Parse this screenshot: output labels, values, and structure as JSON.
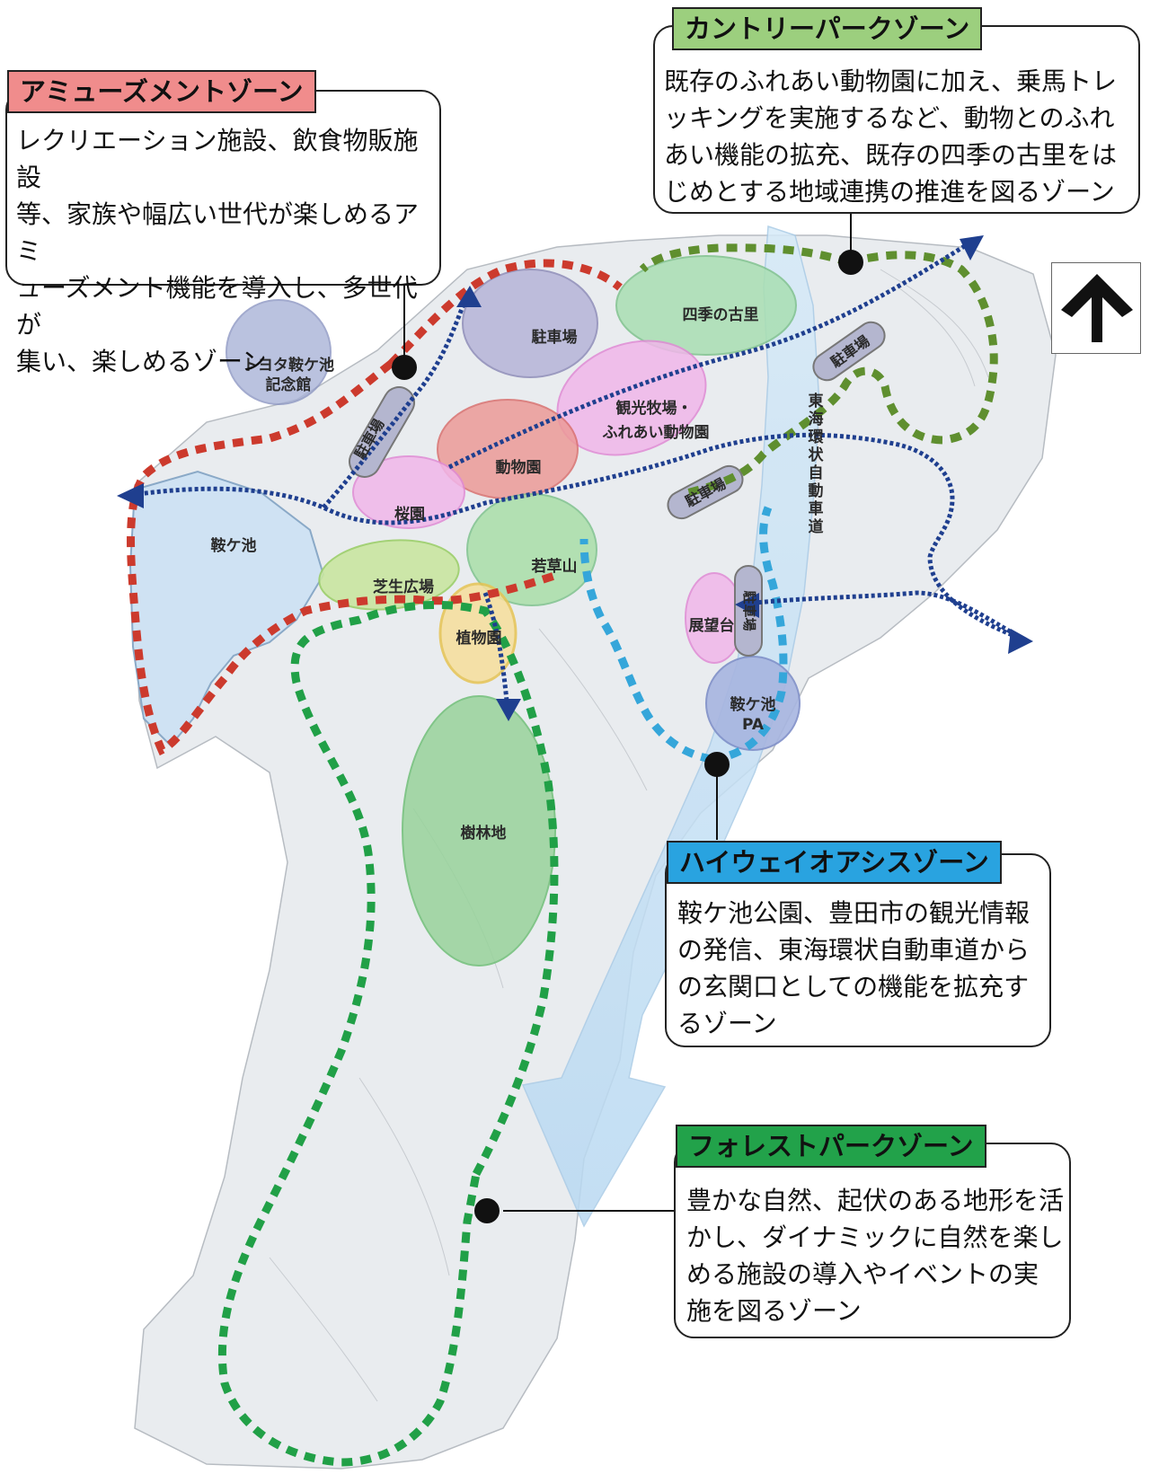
{
  "compass": {
    "icon": "north-arrow-icon"
  },
  "zones": {
    "amusement": {
      "title": "アミューズメントゾーン",
      "color": "#f08c8c",
      "lines": [
        "レクリエーション施設、飲食物販施設",
        "等、家族や幅広い世代が楽しめるアミ",
        "ューズメント機能を導入し、多世代が",
        "集い、楽しめるゾーン"
      ]
    },
    "country": {
      "title": "カントリーパークゾーン",
      "color": "#9ccf7e",
      "lines": [
        "既存のふれあい動物園に加え、乗馬トレ",
        "ッキングを実施するなど、動物とのふれ",
        "あい機能の拡充、既存の四季の古里をは",
        "じめとする地域連携の推進を図るゾーン"
      ]
    },
    "highway": {
      "title": "ハイウェイオアシスゾーン",
      "color": "#29a3e0",
      "lines": [
        "鞍ケ池公園、豊田市の観光情報",
        "の発信、東海環状自動車道から",
        "の玄関口としての機能を拡充す",
        "るゾーン"
      ]
    },
    "forest": {
      "title": "フォレストパークゾーン",
      "color": "#22a24a",
      "lines": [
        "豊かな自然、起伏のある地形を活",
        "かし、ダイナミックに自然を楽し",
        "める施設の導入やイベントの実",
        "施を図るゾーン"
      ]
    }
  },
  "map_labels": {
    "memorial": [
      "トヨタ鞍ケ池",
      "記念館"
    ],
    "parking_top": "駐車場",
    "shiki": "四季の古里",
    "parking_ne": "駐車場",
    "parking_west": "駐車場",
    "ranch": [
      "観光牧場・",
      "ふれあい動物園"
    ],
    "zoo": "動物園",
    "parking_mid": "駐車場",
    "highway_road": [
      "東",
      "海",
      "環",
      "状",
      "自",
      "動",
      "車",
      "道"
    ],
    "sakura": "桜園",
    "pond": "鞍ケ池",
    "wakakusa": "若草山",
    "lawn": "芝生広場",
    "botanical": "植物園",
    "observatory": "展望台",
    "parking_east": "駐車場",
    "pa": [
      "鞍ケ池",
      "PA"
    ],
    "forest": "樹林地"
  }
}
